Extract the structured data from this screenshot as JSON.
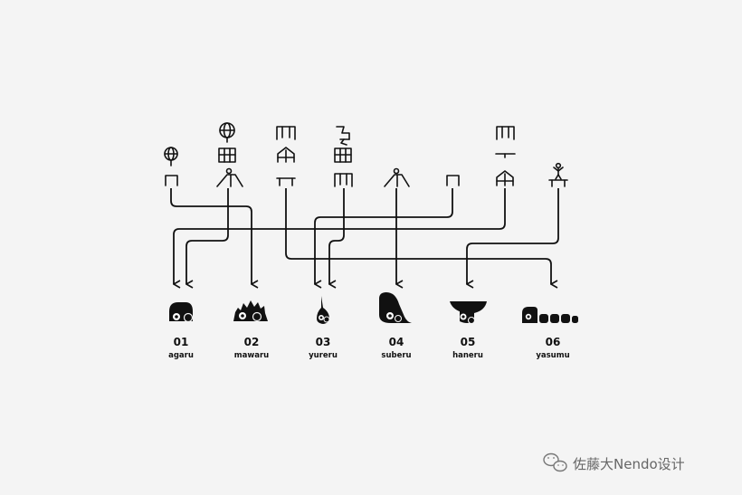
{
  "items": [
    {
      "number": "01",
      "label": "agaru"
    },
    {
      "number": "02",
      "label": "mawaru"
    },
    {
      "number": "03",
      "label": "yureru"
    },
    {
      "number": "04",
      "label": "suberu"
    },
    {
      "number": "05",
      "label": "haneru"
    },
    {
      "number": "06",
      "label": "yasumu"
    }
  ],
  "source_icons": [
    {
      "column": 1,
      "stack": [
        "globe-icon",
        "bar-icon"
      ]
    },
    {
      "column": 2,
      "stack": [
        "globe-icon",
        "monkey-bars-icon",
        "slide-icon"
      ]
    },
    {
      "column": 3,
      "stack": [
        "swing-frame-icon",
        "house-frame-icon",
        "table-icon"
      ]
    },
    {
      "column": 4,
      "stack": [
        "spring-rider-icon",
        "monkey-bars-icon",
        "swing-frame-icon"
      ]
    },
    {
      "column": 5,
      "stack": [
        "slide-icon"
      ]
    },
    {
      "column": 6,
      "stack": [
        "bar-icon"
      ]
    },
    {
      "column": 7,
      "stack": [
        "swing-frame-icon",
        "balance-icon",
        "house-frame-icon"
      ]
    },
    {
      "column": 8,
      "stack": [
        "person-on-platform-icon"
      ]
    }
  ],
  "watermark": {
    "text": "佐藤大Nendo设计",
    "icon": "wechat-icon"
  },
  "colors": {
    "ink": "#111111",
    "background": "#f4f4f4",
    "watermark": "#666666"
  }
}
